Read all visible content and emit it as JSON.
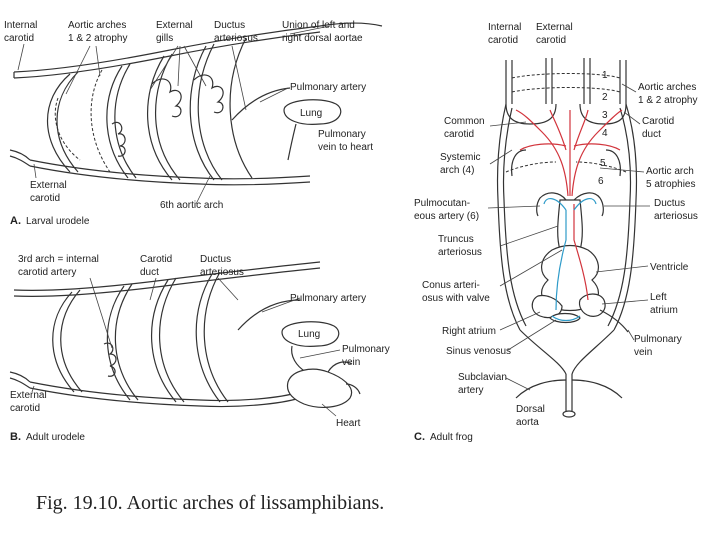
{
  "caption": "Fig. 19.10. Aortic arches of lissamphibians.",
  "panels": {
    "A": {
      "title_letter": "A.",
      "title_text": "Larval urodele",
      "labels": {
        "internal_carotid": [
          "Internal",
          "carotid"
        ],
        "aortic_arches_1_2": [
          "Aortic arches",
          "1 & 2 atrophy"
        ],
        "external_gills": [
          "External",
          "gills"
        ],
        "ductus_arteriosus": [
          "Ductus",
          "arteriosus"
        ],
        "union_dorsal_aortae": [
          "Union of left and",
          "right dorsal aortae"
        ],
        "pulmonary_artery": "Pulmonary artery",
        "lung": "Lung",
        "pulmonary_vein": [
          "Pulmonary",
          "vein to heart"
        ],
        "external_carotid": [
          "External",
          "carotid"
        ],
        "sixth_aortic_arch": "6th aortic arch"
      }
    },
    "B": {
      "title_letter": "B.",
      "title_text": "Adult urodele",
      "labels": {
        "third_arch": [
          "3rd arch = internal",
          "carotid artery"
        ],
        "carotid_duct": [
          "Carotid",
          "duct"
        ],
        "ductus_arteriosus": [
          "Ductus",
          "arteriosus"
        ],
        "pulmonary_artery": "Pulmonary artery",
        "lung": "Lung",
        "pulmonary_vein": [
          "Pulmonary",
          "vein"
        ],
        "external_carotid": [
          "External",
          "carotid"
        ],
        "heart": "Heart"
      }
    },
    "C": {
      "title_letter": "C.",
      "title_text": "Adult frog",
      "labels": {
        "internal_carotid": [
          "Internal",
          "carotid"
        ],
        "external_carotid": [
          "External",
          "carotid"
        ],
        "aortic_arches_1_2": [
          "Aortic arches",
          "1 & 2 atrophy"
        ],
        "common_carotid": [
          "Common",
          "carotid"
        ],
        "carotid_duct": [
          "Carotid",
          "duct"
        ],
        "systemic_arch": [
          "Systemic",
          "arch (4)"
        ],
        "aortic_arch_5": [
          "Aortic arch",
          "5 atrophies"
        ],
        "pulmocutaneous": [
          "Pulmocutan-",
          "eous artery (6)"
        ],
        "ductus_arteriosus": [
          "Ductus",
          "arteriosus"
        ],
        "truncus": [
          "Truncus",
          "arteriosus"
        ],
        "conus": [
          "Conus arteri-",
          "osus with valve"
        ],
        "ventricle": "Ventricle",
        "left_atrium": [
          "Left",
          "atrium"
        ],
        "right_atrium": "Right atrium",
        "sinus_venosus": "Sinus venosus",
        "pulmonary_vein": [
          "Pulmonary",
          "vein"
        ],
        "subclavian": [
          "Subclavian",
          "artery"
        ],
        "dorsal_aorta": [
          "Dorsal",
          "aorta"
        ],
        "arch_numbers": [
          "1",
          "2",
          "3",
          "4",
          "5",
          "6"
        ]
      }
    }
  },
  "colors": {
    "oxygenated": "#d2343c",
    "deoxygenated": "#2e9bc9",
    "line": "#333333"
  }
}
